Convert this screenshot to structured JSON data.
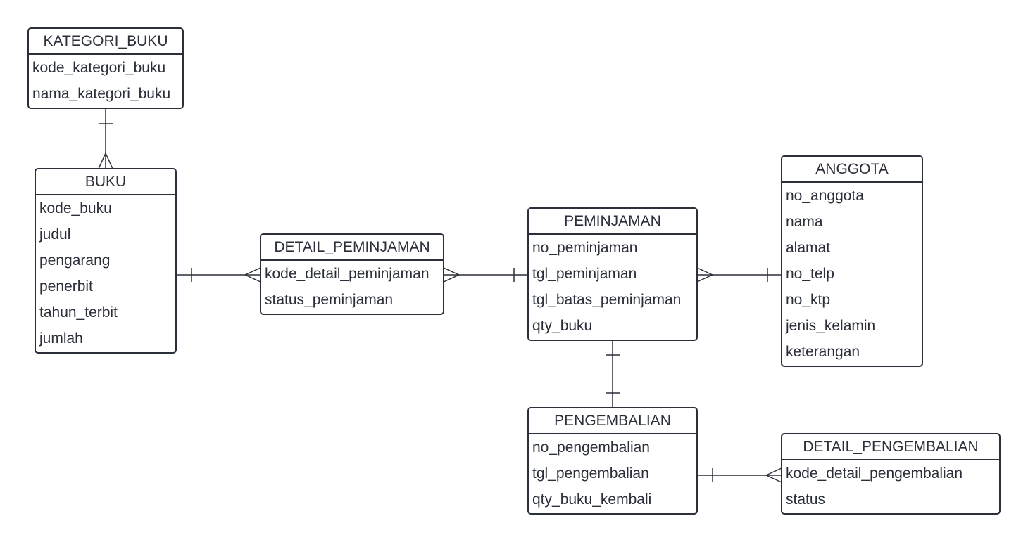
{
  "diagram": {
    "entities": {
      "kategori_buku": {
        "title": "KATEGORI_BUKU",
        "attributes": [
          "kode_kategori_buku",
          "nama_kategori_buku"
        ]
      },
      "buku": {
        "title": "BUKU",
        "attributes": [
          "kode_buku",
          "judul",
          "pengarang",
          "penerbit",
          "tahun_terbit",
          "jumlah"
        ]
      },
      "detail_peminjaman": {
        "title": "DETAIL_PEMINJAMAN",
        "attributes": [
          "kode_detail_peminjaman",
          "status_peminjaman"
        ]
      },
      "peminjaman": {
        "title": "PEMINJAMAN",
        "attributes": [
          "no_peminjaman",
          "tgl_peminjaman",
          "tgl_batas_peminjaman",
          "qty_buku"
        ]
      },
      "anggota": {
        "title": "ANGGOTA",
        "attributes": [
          "no_anggota",
          "nama",
          "alamat",
          "no_telp",
          "no_ktp",
          "jenis_kelamin",
          "keterangan"
        ]
      },
      "pengembalian": {
        "title": "PENGEMBALIAN",
        "attributes": [
          "no_pengembalian",
          "tgl_pengembalian",
          "qty_buku_kembali"
        ]
      },
      "detail_pengembalian": {
        "title": "DETAIL_PENGEMBALIAN",
        "attributes": [
          "kode_detail_pengembalian",
          "status"
        ]
      }
    },
    "relationships": [
      {
        "from": "kategori_buku",
        "from_cardinality": "one",
        "to": "buku",
        "to_cardinality": "many"
      },
      {
        "from": "buku",
        "from_cardinality": "one",
        "to": "detail_peminjaman",
        "to_cardinality": "many"
      },
      {
        "from": "detail_peminjaman",
        "from_cardinality": "many",
        "to": "peminjaman",
        "to_cardinality": "one"
      },
      {
        "from": "peminjaman",
        "from_cardinality": "many",
        "to": "anggota",
        "to_cardinality": "one"
      },
      {
        "from": "peminjaman",
        "from_cardinality": "one",
        "to": "pengembalian",
        "to_cardinality": "one"
      },
      {
        "from": "pengembalian",
        "from_cardinality": "one",
        "to": "detail_pengembalian",
        "to_cardinality": "many"
      }
    ],
    "colors": {
      "stroke": "#2b2f3a",
      "background": "#ffffff"
    }
  }
}
